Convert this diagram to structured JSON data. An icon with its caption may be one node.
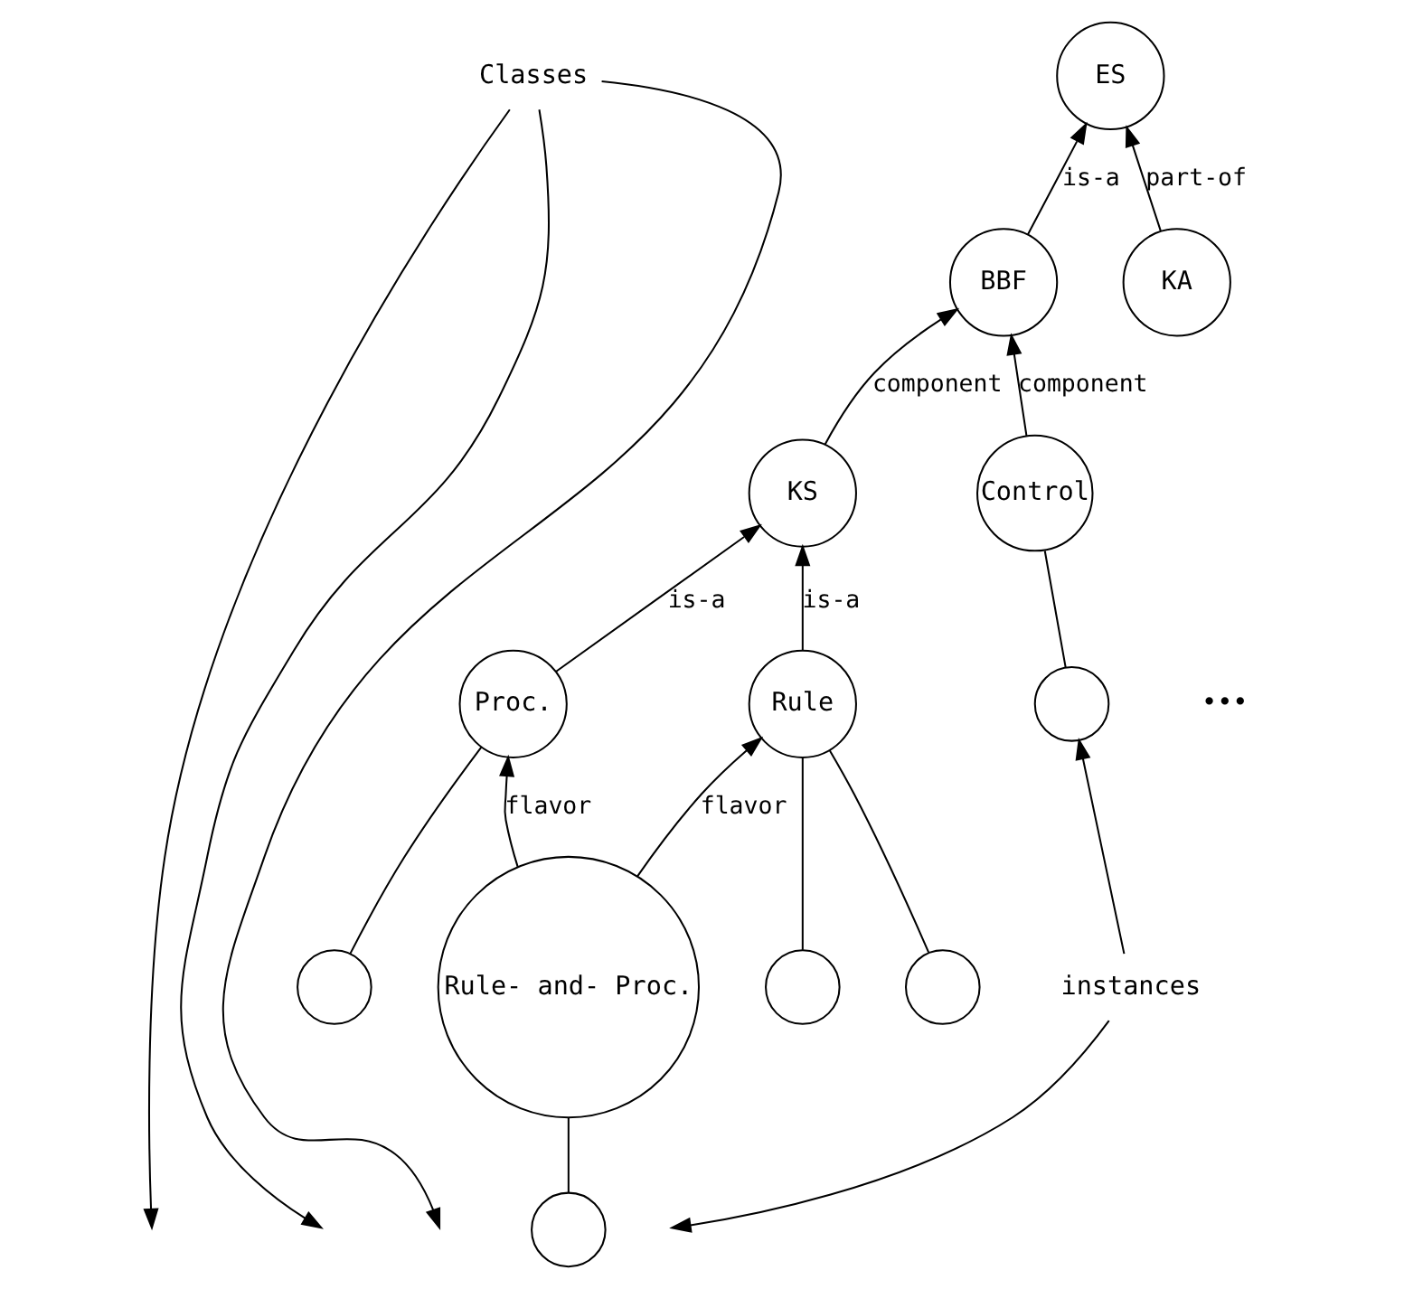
{
  "diagram": {
    "nodes": [
      {
        "text": [
          "Classes"
        ]
      },
      {
        "text": [
          "ES"
        ]
      },
      {
        "text": [
          "BBF"
        ]
      },
      {
        "text": [
          "KS"
        ]
      },
      {
        "text": [
          "Control"
        ]
      },
      {
        "text": [
          "KA"
        ]
      },
      {
        "text": [
          "Rule"
        ]
      },
      {
        "text": [
          "Proc."
        ]
      },
      {
        "text": [
          "Rule- and- Proc."
        ]
      },
      {
        "text": [],
        "shape": "circle"
      },
      {
        "text": [
          "instances"
        ]
      },
      {
        "text": [],
        "shape": "circle"
      },
      {
        "text": [],
        "shape": "circle"
      },
      {
        "text": [],
        "shape": "circle"
      },
      {
        "text": [],
        "shape": "circle"
      }
    ],
    "edges": [
      {
        "from": 0,
        "to": null,
        "arrow": "to"
      },
      {
        "from": 0,
        "to": null,
        "arrow": "to"
      },
      {
        "from": 0,
        "to": null,
        "arrow": "to"
      },
      {
        "from": 2,
        "to": 1,
        "arrow": "to",
        "label": "is-a"
      },
      {
        "from": 5,
        "to": 1,
        "arrow": "to",
        "label": "part-of"
      },
      {
        "from": 3,
        "to": 2,
        "arrow": "to",
        "label": "component"
      },
      {
        "from": 4,
        "to": 2,
        "arrow": "to",
        "label": "component"
      },
      {
        "from": 6,
        "to": 3,
        "arrow": "to",
        "label": "is-a"
      },
      {
        "from": 7,
        "to": 3,
        "arrow": "to",
        "label": "is-a"
      },
      {
        "from": 9,
        "to": 4,
        "arrow": "none"
      },
      {
        "from": 8,
        "to": 6,
        "arrow": "to",
        "label": "flavor"
      },
      {
        "from": 8,
        "to": 7,
        "arrow": "to",
        "label": "flavor"
      },
      {
        "from": 11,
        "to": 6,
        "arrow": "none"
      },
      {
        "from": 12,
        "to": 6,
        "arrow": "none"
      },
      {
        "from": 13,
        "to": 8,
        "arrow": "none"
      },
      {
        "from": 14,
        "to": 7,
        "arrow": "none"
      },
      {
        "from": 10,
        "to": 9,
        "arrow": "to"
      },
      {
        "from": 10,
        "to": null,
        "arrow": "to"
      }
    ],
    "labels": [
      "•••"
    ]
  }
}
